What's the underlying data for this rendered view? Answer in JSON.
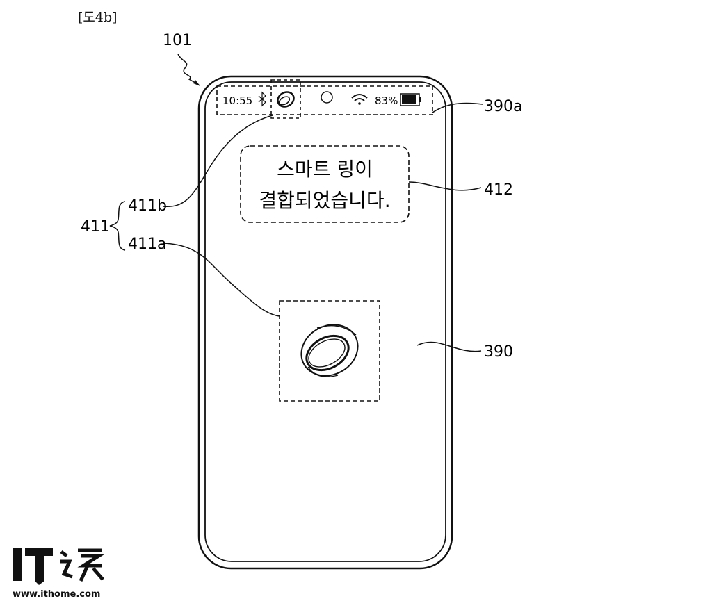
{
  "figure": {
    "label": "[도4b]",
    "refs": {
      "device": "101",
      "status_bar": "390a",
      "message_box": "412",
      "display": "390",
      "group": "411",
      "ring_status_icon": "411b",
      "ring_image": "411a"
    }
  },
  "phone": {
    "status_bar": {
      "time": "10:55",
      "battery": "83%",
      "icons": [
        "bluetooth-icon",
        "ring-icon",
        "camera-hole",
        "wifi-icon",
        "battery-icon"
      ]
    },
    "message": {
      "line1": "스마트 링이",
      "line2": "결합되었습니다."
    }
  },
  "watermark": {
    "url": "www.ithome.com"
  }
}
